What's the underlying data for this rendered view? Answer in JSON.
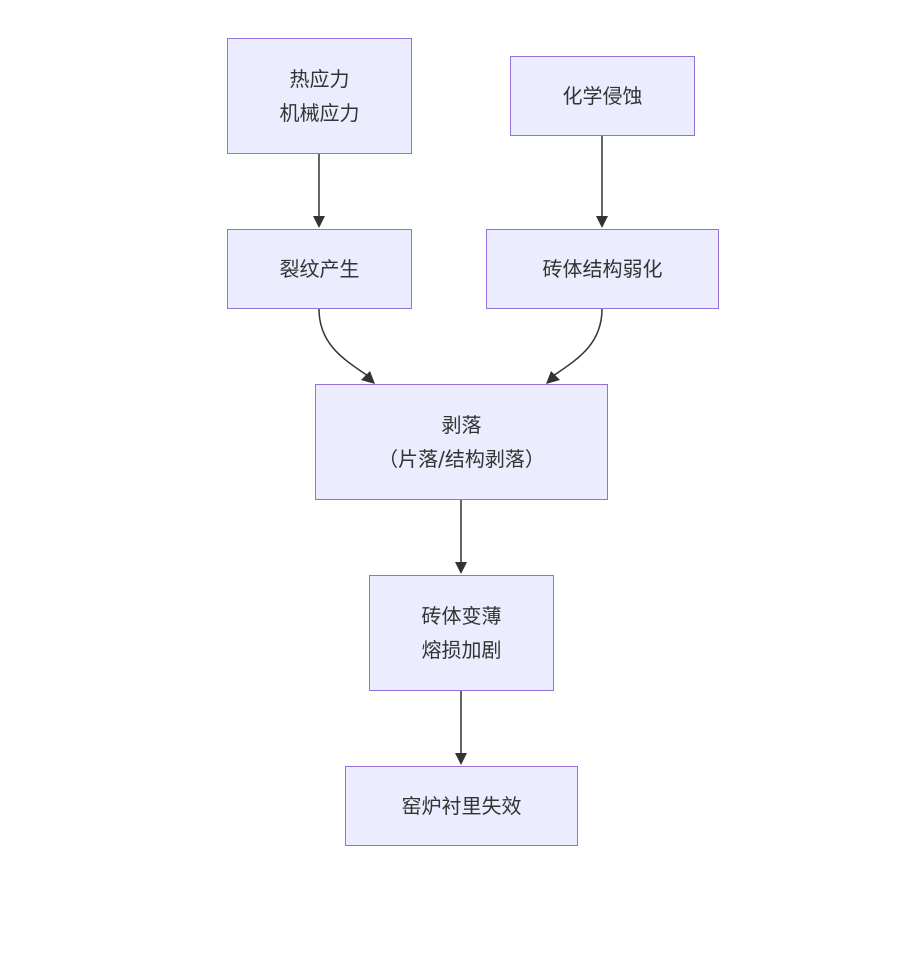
{
  "colors": {
    "node_fill": "#ececff",
    "node_border": "#9370db",
    "edge": "#333333",
    "text": "#333333"
  },
  "nodes": {
    "thermal_mechanical_stress": {
      "lines": [
        "热应力",
        "机械应力"
      ]
    },
    "chemical_erosion": {
      "lines": [
        "化学侵蚀"
      ]
    },
    "crack_generation": {
      "lines": [
        "裂纹产生"
      ]
    },
    "brick_structure_weakening": {
      "lines": [
        "砖体结构弱化"
      ]
    },
    "spalling": {
      "lines": [
        "剥落",
        "（片落/结构剥落）"
      ]
    },
    "brick_thinning_wear": {
      "lines": [
        "砖体变薄",
        "熔损加剧"
      ]
    },
    "kiln_lining_failure": {
      "lines": [
        "窑炉衬里失效"
      ]
    }
  },
  "edges": [
    {
      "from": "thermal_mechanical_stress",
      "to": "crack_generation"
    },
    {
      "from": "chemical_erosion",
      "to": "brick_structure_weakening"
    },
    {
      "from": "crack_generation",
      "to": "spalling"
    },
    {
      "from": "brick_structure_weakening",
      "to": "spalling"
    },
    {
      "from": "spalling",
      "to": "brick_thinning_wear"
    },
    {
      "from": "brick_thinning_wear",
      "to": "kiln_lining_failure"
    }
  ]
}
